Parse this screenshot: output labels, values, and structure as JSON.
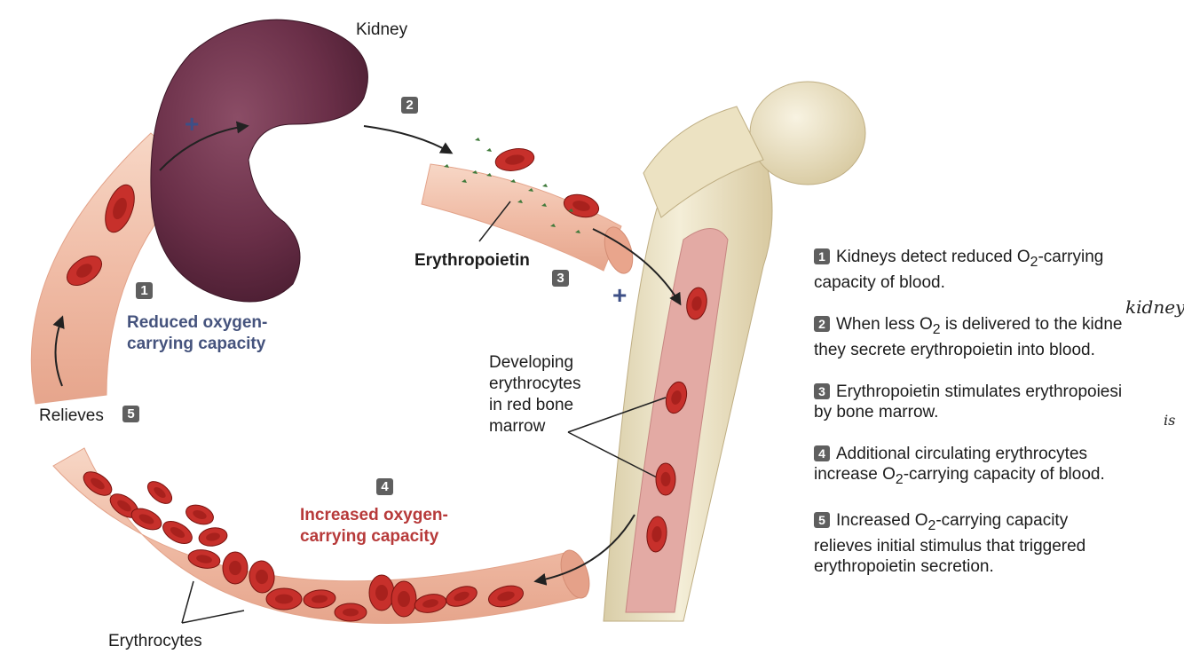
{
  "labels": {
    "kidney": "Kidney",
    "erythropoietin": "Erythropoietin",
    "reduced": [
      "Reduced oxygen-",
      "carrying capacity"
    ],
    "developing": [
      "Developing",
      "erythrocytes",
      "in red bone",
      "marrow"
    ],
    "relieves": "Relieves",
    "increased": [
      "Increased oxygen-",
      "carrying capacity"
    ],
    "erythrocytes": "Erythrocytes"
  },
  "badges": {
    "b1": "1",
    "b2": "2",
    "b3": "3",
    "b4": "4",
    "b5": "5"
  },
  "plus_sign": "+",
  "steps": [
    {
      "n": "1",
      "line1": "Kidneys detect reduced O",
      "sub1": "2",
      "line1b": "-carrying",
      "line2": "capacity of blood."
    },
    {
      "n": "2",
      "line1": "When less O",
      "sub1": "2",
      "line1b": " is delivered to the kidne",
      "line2": "they secrete erythropoietin into blood."
    },
    {
      "n": "3",
      "line1": "Erythropoietin stimulates erythropoiesi",
      "sub1": "",
      "line1b": "",
      "line2": "by bone marrow."
    },
    {
      "n": "4",
      "line1": "Additional circulating erythrocytes",
      "sub1": "",
      "line1b": "",
      "line2": "increase O",
      "sub2": "2",
      "line2b": "-carrying capacity of blood."
    },
    {
      "n": "5",
      "line1": "Increased O",
      "sub1": "2",
      "line1b": "-carrying capacity",
      "line2": "relieves initial stimulus that triggered",
      "line3": "erythropoietin secretion."
    }
  ],
  "handwriting": {
    "kidneys": "kidneys",
    "is": "is"
  },
  "colors": {
    "vessel": "#f2c2ac",
    "vessel_inner": "#e9a98f",
    "rbc": "#c7302b",
    "rbc_center": "#8e1512",
    "kidney": "#6a2f48",
    "bone": "#efe6cb",
    "marrow": "#e0a3a0",
    "label_blue": "#45537d",
    "label_red": "#b73a3a",
    "badge": "#5f5f5f"
  }
}
